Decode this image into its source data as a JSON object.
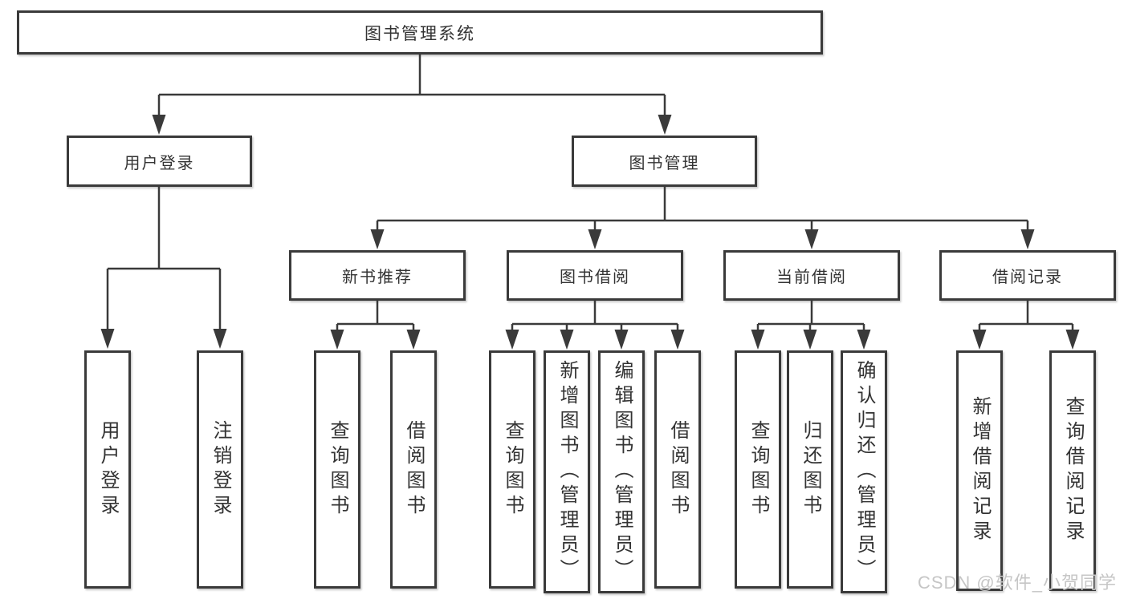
{
  "diagram": {
    "root": "图书管理系统",
    "branches": [
      {
        "label": "用户登录",
        "children": [
          "用户登录",
          "注销登录"
        ]
      },
      {
        "label": "图书管理",
        "groups": [
          {
            "label": "新书推荐",
            "children": [
              "查询图书",
              "借阅图书"
            ]
          },
          {
            "label": "图书借阅",
            "children": [
              "查询图书",
              "新增图书（管理员）",
              "编辑图书（管理员）",
              "借阅图书"
            ]
          },
          {
            "label": "当前借阅",
            "children": [
              "查询图书",
              "归还图书",
              "确认归还（管理员）"
            ]
          },
          {
            "label": "借阅记录",
            "children": [
              "新增借阅记录",
              "查询借阅记录"
            ]
          }
        ]
      }
    ]
  },
  "watermark": "CSDN @软件_小贺同学",
  "colors": {
    "line": "#3a3a3a",
    "text": "#333333",
    "watermark": "#c6c6c6",
    "background": "#ffffff"
  }
}
